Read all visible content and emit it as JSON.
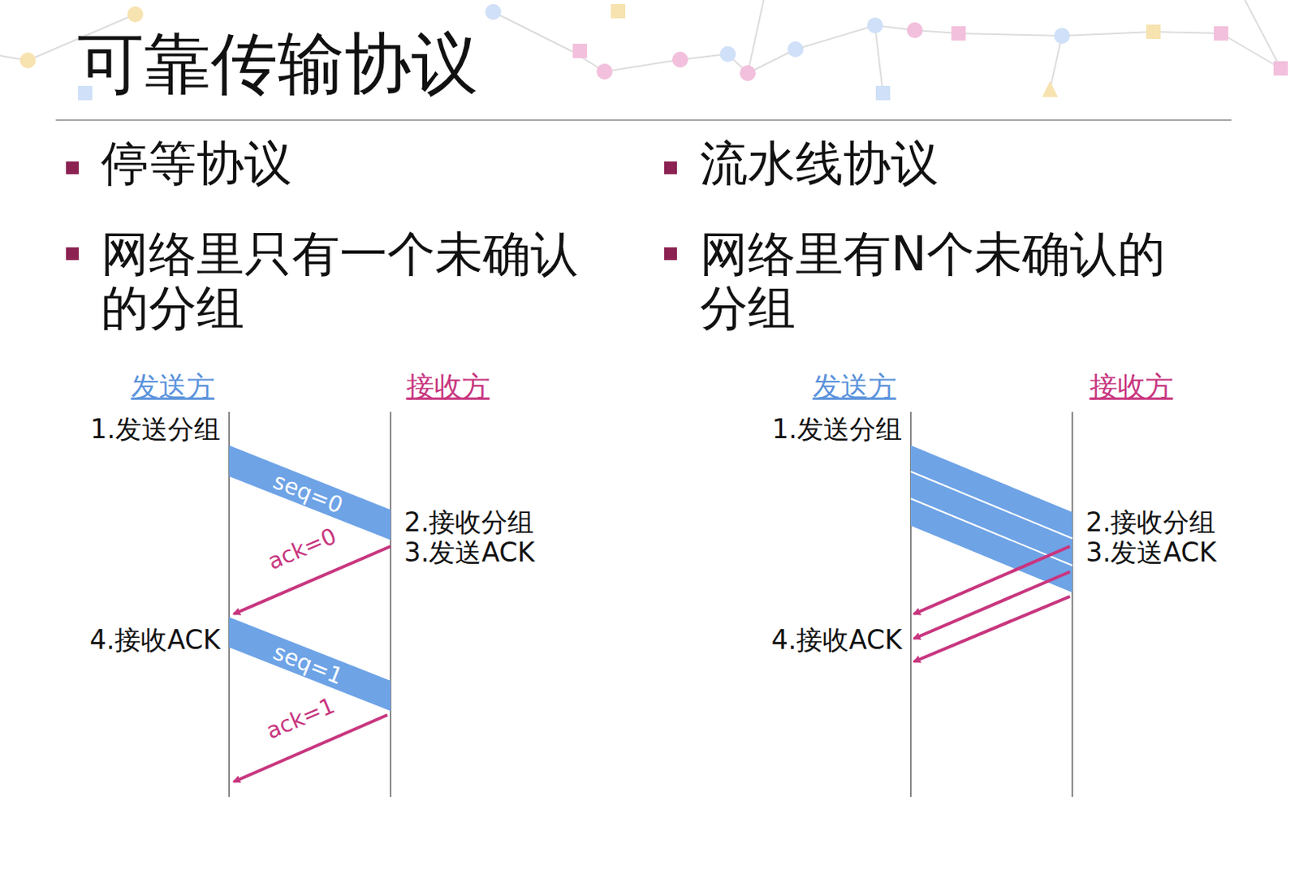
{
  "diagram": {
    "title": "可靠传输协议",
    "labels": [
      "停等协议",
      "网络里只有一个未确认的分组",
      "流水线协议",
      "网络里有N个未确认的分组",
      "发送方",
      "接收方",
      "1.发送分组",
      "seq=0",
      "2.接收分组",
      "3.发送ACK",
      "ack=0",
      "4.接收ACK",
      "seq=1",
      "ack=1",
      "发送方",
      "接收方",
      "1.发送分组",
      "2.接收分组",
      "3.发送ACK",
      "4.接收ACK"
    ]
  }
}
